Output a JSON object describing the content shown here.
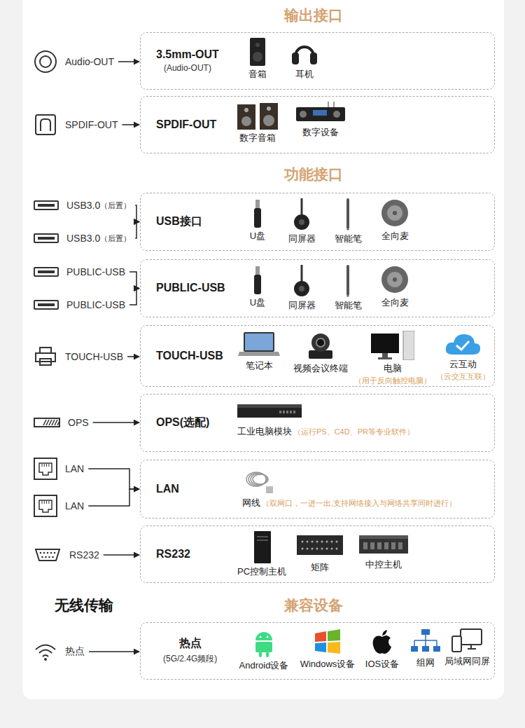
{
  "diagram": {
    "nodes": [
      {
        "text": [
          "Audio-OUT"
        ]
      },
      {
        "text": [
          "3.5mm-OUT",
          "(Audio-OUT)"
        ]
      },
      {
        "text": [
          "音箱"
        ],
        "in": 1
      },
      {
        "text": [
          "耳机"
        ],
        "in": 1
      },
      {
        "text": [
          "SPDIF-OUT"
        ]
      },
      {
        "text": [
          "SPDIF-OUT"
        ]
      },
      {
        "text": [
          "数字音箱"
        ],
        "in": 5
      },
      {
        "text": [
          "数字设备"
        ],
        "in": 5
      },
      {
        "text": [
          "USB3.0",
          "（后置）"
        ]
      },
      {
        "text": [
          "USB3.0",
          "（后置）"
        ]
      },
      {
        "text": [
          "USB接口"
        ]
      },
      {
        "text": [
          "U盘"
        ],
        "in": 10
      },
      {
        "text": [
          "同屏器"
        ],
        "in": 10
      },
      {
        "text": [
          "智能笔"
        ],
        "in": 10
      },
      {
        "text": [
          "全向麦"
        ],
        "in": 10
      },
      {
        "text": [
          "PUBLIC-USB"
        ]
      },
      {
        "text": [
          "PUBLIC-USB"
        ]
      },
      {
        "text": [
          "PUBLIC-USB"
        ]
      },
      {
        "text": [
          "U盘"
        ],
        "in": 17
      },
      {
        "text": [
          "同屏器"
        ],
        "in": 17
      },
      {
        "text": [
          "智能笔"
        ],
        "in": 17
      },
      {
        "text": [
          "全向麦"
        ],
        "in": 17
      },
      {
        "text": [
          "TOUCH-USB"
        ]
      },
      {
        "text": [
          "TOUCH-USB"
        ]
      },
      {
        "text": [
          "笔记本"
        ],
        "in": 23
      },
      {
        "text": [
          "视频会议终端"
        ],
        "in": 23
      },
      {
        "text": [
          "电脑",
          "（用于反向触控电脑）"
        ],
        "in": 23
      },
      {
        "text": [
          "云互动",
          "（云交互互联）"
        ],
        "in": 23
      },
      {
        "text": [
          "OPS"
        ]
      },
      {
        "text": [
          "OPS(选配)"
        ]
      },
      {
        "text": [
          "工业电脑模块",
          "（运行PS、C4D、PR等专业软件）"
        ],
        "in": 29
      },
      {
        "text": [
          "LAN"
        ]
      },
      {
        "text": [
          "LAN"
        ]
      },
      {
        "text": [
          "LAN"
        ]
      },
      {
        "text": [
          "网线",
          "（双网口，一进一出,支持网络接入与网络共享同时进行）"
        ],
        "in": 33
      },
      {
        "text": [
          "RS232"
        ]
      },
      {
        "text": [
          "RS232"
        ]
      },
      {
        "text": [
          "PC控制主机"
        ],
        "in": 36
      },
      {
        "text": [
          "矩阵"
        ],
        "in": 36
      },
      {
        "text": [
          "中控主机"
        ],
        "in": 36
      },
      {
        "text": [
          "热点"
        ]
      },
      {
        "text": [
          "热点",
          "(5G/2.4G频段)"
        ]
      },
      {
        "text": [
          "Android设备"
        ],
        "in": 41
      },
      {
        "text": [
          "Windows设备"
        ],
        "in": 41
      },
      {
        "text": [
          "IOS设备"
        ],
        "in": 41
      },
      {
        "text": [
          "组网"
        ],
        "in": 41
      },
      {
        "text": [
          "局域网同屏"
        ],
        "in": 41
      }
    ],
    "edges": [
      {
        "from": 0,
        "to": 1,
        "arrow": "to"
      },
      {
        "from": 4,
        "to": 5,
        "arrow": "to"
      },
      {
        "from": 8,
        "to": 10,
        "arrow": "to"
      },
      {
        "from": 9,
        "to": 10,
        "arrow": "to"
      },
      {
        "from": 15,
        "to": 17,
        "arrow": "to"
      },
      {
        "from": 16,
        "to": 17,
        "arrow": "to"
      },
      {
        "from": 22,
        "to": 23,
        "arrow": "to"
      },
      {
        "from": 28,
        "to": 29,
        "arrow": "to"
      },
      {
        "from": 31,
        "to": 33,
        "arrow": "to"
      },
      {
        "from": 32,
        "to": 33,
        "arrow": "to"
      },
      {
        "from": 35,
        "to": 36,
        "arrow": "to"
      },
      {
        "from": 40,
        "to": 41,
        "arrow": "to"
      }
    ],
    "labels": [
      "输出接口",
      "功能接口",
      "无线传输",
      "兼容设备"
    ]
  }
}
